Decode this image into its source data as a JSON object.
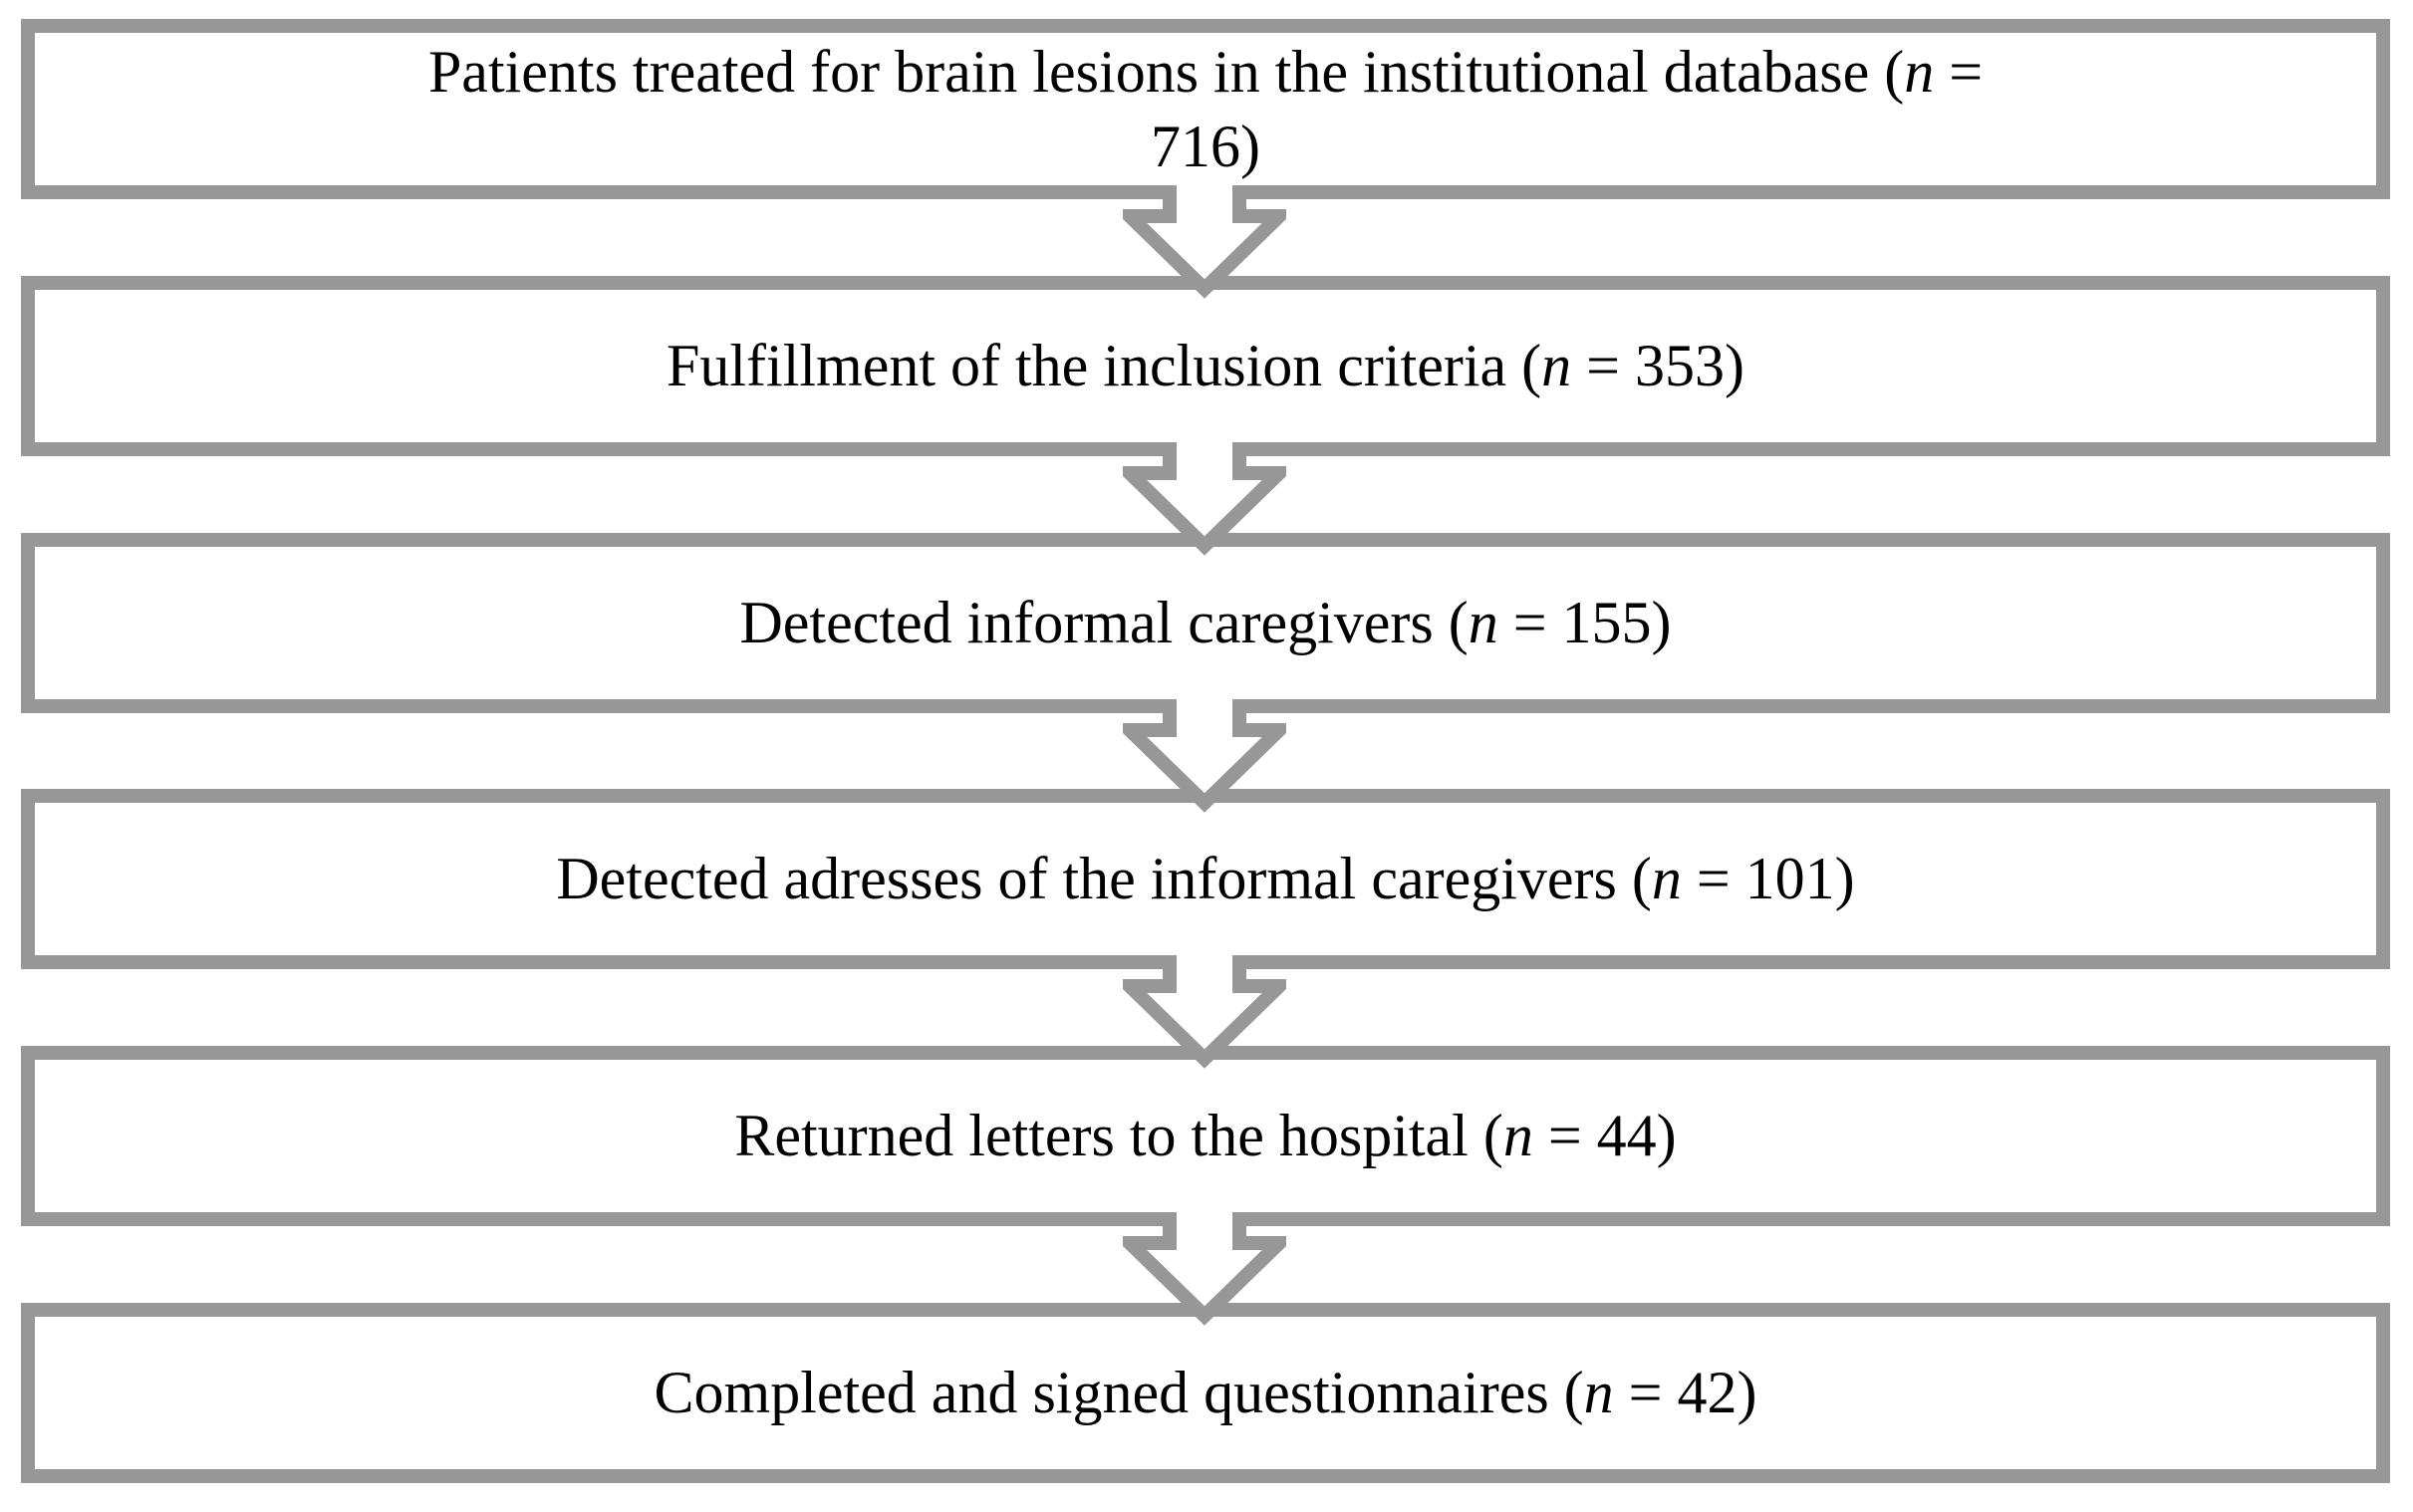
{
  "figure": {
    "type": "flowchart",
    "direction": "top-down",
    "background_color": "#ffffff",
    "border_color": "#979797",
    "arrow_color": "#979797",
    "text_color": "#000000",
    "boxes": [
      {
        "name": "patients-database",
        "label": "Patients treated for brain lesions in the institutional database (n = 716)",
        "n": 716,
        "parts": [
          "Patients treated for brain lesions in the institutional database (",
          {
            "i": "n"
          },
          " =",
          {
            "br": true
          },
          "716)"
        ]
      },
      {
        "name": "inclusion-criteria",
        "label": "Fulfillment of the inclusion criteria (n = 353)",
        "n": 353,
        "parts": [
          "Fulfillment of the inclusion criteria (",
          {
            "i": "n"
          },
          " = 353)"
        ]
      },
      {
        "name": "informal-caregivers",
        "label": "Detected informal caregivers (n = 155)",
        "n": 155,
        "parts": [
          "Detected informal caregivers (",
          {
            "i": "n"
          },
          " = 155)"
        ]
      },
      {
        "name": "caregiver-addresses",
        "label": "Detected adresses of the informal caregivers (n = 101)",
        "n": 101,
        "parts": [
          "Detected adresses of the informal caregivers (",
          {
            "i": "n"
          },
          " = 101)"
        ]
      },
      {
        "name": "returned-letters",
        "label": "Returned letters to the hospital (n = 44)",
        "n": 44,
        "parts": [
          "Returned letters to the hospital (",
          {
            "i": "n"
          },
          " = 44)"
        ]
      },
      {
        "name": "completed-questionnaires",
        "label": "Completed and signed questionnaires (n = 42)",
        "n": 42,
        "parts": [
          "Completed and signed questionnaires (",
          {
            "i": "n"
          },
          " = 42)"
        ]
      }
    ],
    "arrows": [
      "box1-to-box2",
      "box2-to-box3",
      "box3-to-box4",
      "box4-to-box5",
      "box5-to-box6"
    ]
  }
}
